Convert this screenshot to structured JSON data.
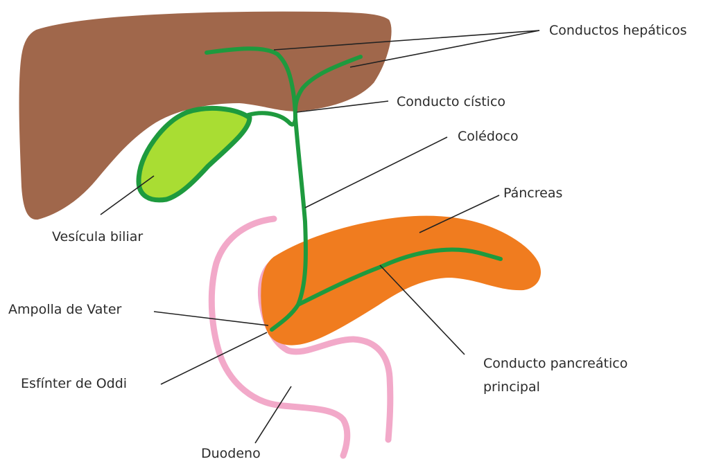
{
  "labels": {
    "conductos_hepaticos": "Conductos hepáticos",
    "conducto_cistico": "Conducto cístico",
    "coledoco": "Colédoco",
    "pancreas": "Páncreas",
    "vesicula_biliar": "Vesícula biliar",
    "ampolla_de_vater": "Ampolla de Vater",
    "esfinter_de_oddi": "Esfínter de Oddi",
    "conducto_pancreatico_line1": "Conducto pancreático",
    "conducto_pancreatico_line2": "principal",
    "duodeno": "Duodeno"
  },
  "colors": {
    "liver": "#a0674b",
    "gallbladder": "#a9dd33",
    "duct": "#1e9a3e",
    "pancreas": "#f07c1f",
    "duodenum": "#f2a9c9"
  }
}
